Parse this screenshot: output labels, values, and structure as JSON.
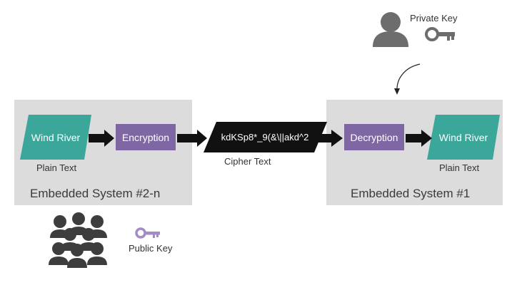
{
  "left_system": {
    "title": "Embedded System #2-n",
    "plain_block": "Wind River",
    "plain_caption": "Plain Text",
    "process": "Encryption"
  },
  "right_system": {
    "title": "Embedded System #1",
    "plain_block": "Wind River",
    "plain_caption": "Plain Text",
    "process": "Decryption"
  },
  "cipher": {
    "text": "kdKSp8*_9(&\\||akd^2",
    "caption": "Cipher Text"
  },
  "private_key": {
    "label": "Private Key",
    "icon": "key-icon",
    "color": "#6d6d6d"
  },
  "public_key": {
    "label": "Public Key",
    "icon": "key-icon",
    "color": "#a58bc4"
  },
  "colors": {
    "teal": "#3aa79a",
    "purple": "#7e67a3",
    "panel": "#dcdcdc",
    "arrow": "#111111",
    "people": "#3d3d3d"
  }
}
